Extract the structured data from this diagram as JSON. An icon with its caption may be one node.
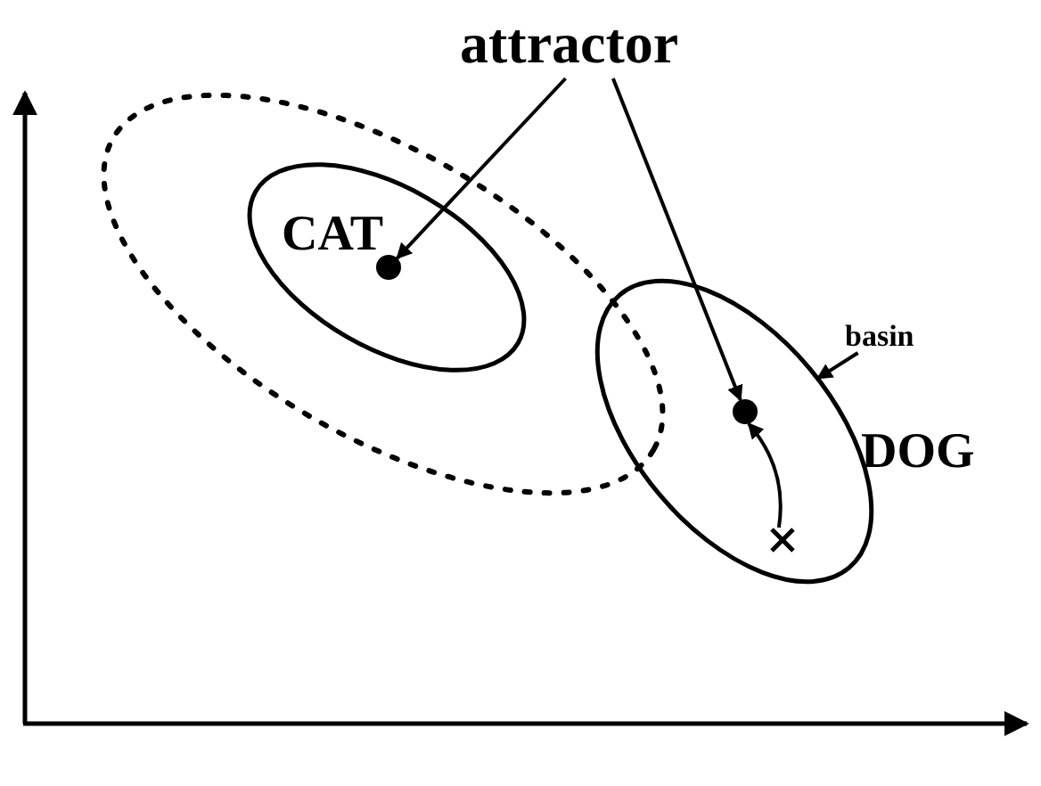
{
  "diagram": {
    "nodes": [
      {
        "text": [
          "attractor"
        ]
      },
      {
        "text": [],
        "shape": "ellipse"
      },
      {
        "text": [
          "CAT"
        ],
        "in": 1
      },
      {
        "text": [],
        "shape": "circle",
        "in": 2
      },
      {
        "text": [
          "DOG"
        ]
      },
      {
        "text": [],
        "shape": "circle",
        "in": 4
      },
      {
        "text": [
          "basin"
        ]
      },
      {
        "text": [],
        "shape": "cross",
        "in": 4
      }
    ],
    "edges": [
      {
        "from": 0,
        "to": 3,
        "arrow": "to"
      },
      {
        "from": 0,
        "to": 5,
        "arrow": "to"
      },
      {
        "from": 6,
        "to": 4,
        "arrow": "to"
      },
      {
        "from": 7,
        "to": 5,
        "arrow": "to"
      }
    ]
  }
}
